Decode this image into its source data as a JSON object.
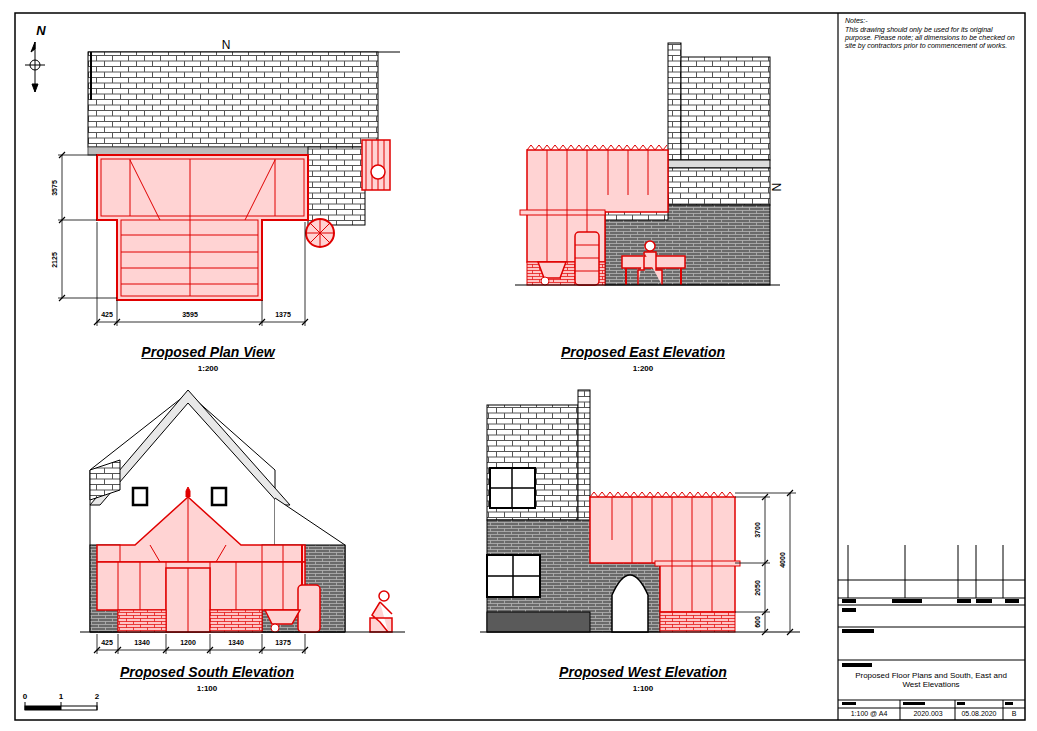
{
  "diagram": {
    "labels": [
      "N",
      "N",
      "3575",
      "2125",
      "425",
      "3595",
      "1375",
      "Proposed Plan View",
      "1:200",
      "N",
      "Proposed East Elevation",
      "1:200",
      "425",
      "1340",
      "1200",
      "1340",
      "1375",
      "Proposed South Elevation",
      "1:100",
      "3700",
      "4000",
      "2050",
      "600",
      "Proposed West Elevation",
      "1:100",
      "0",
      "1",
      "2",
      "Notes:-",
      "This drawing should only be used for its original purpose. Please note; all dimensions to be checked on site by contractors prior to commencement of works.",
      "Proposed Floor Plans and South, East and West Elevations",
      "1:100 @ A4",
      "2020.003",
      "05.08.2020",
      "B"
    ]
  }
}
